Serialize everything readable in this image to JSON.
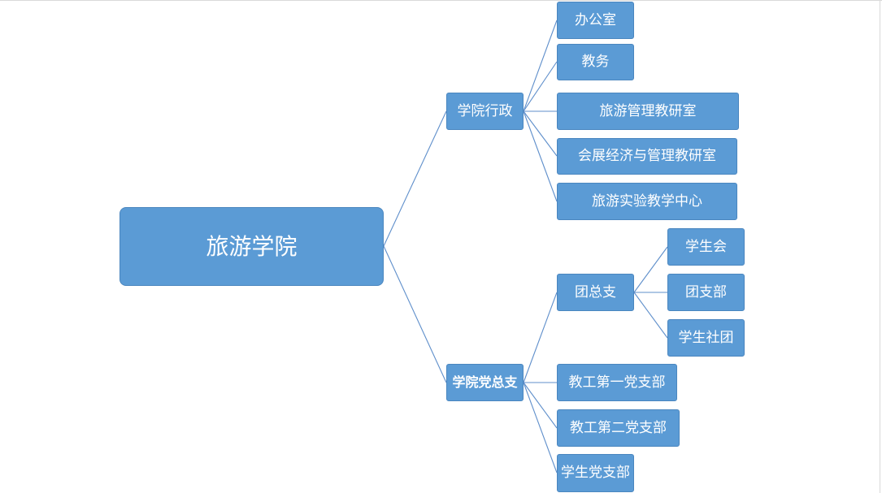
{
  "root": "旅游学院",
  "branches": {
    "admin": "学院行政",
    "party": "学院党总支"
  },
  "admin_children": [
    "办公室",
    "教务",
    "旅游管理教研室",
    "会展经济与管理教研室",
    "旅游实验教学中心"
  ],
  "party_children": {
    "league": "团总支",
    "league_children": [
      "学生会",
      "团支部",
      "学生社团"
    ],
    "staff_branch_1": "教工第一党支部",
    "staff_branch_2": "教工第二党支部",
    "student_branch": "学生党支部"
  },
  "colors": {
    "node_fill": "#5b9bd5",
    "node_border": "#4a86bf",
    "connector": "#5f8fcb",
    "text": "#ffffff"
  }
}
